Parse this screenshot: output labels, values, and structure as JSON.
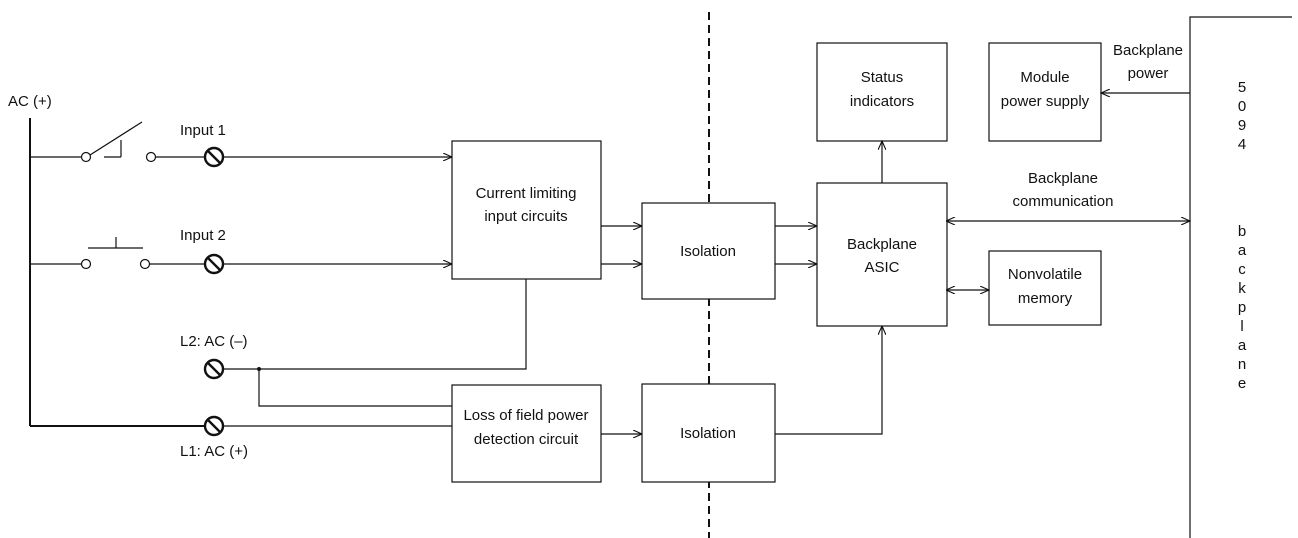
{
  "left_bus": {
    "label": "AC (+)"
  },
  "inputs": [
    {
      "label": "Input 1"
    },
    {
      "label": "Input 2"
    }
  ],
  "terminals": {
    "l2_label": "L2: AC (–)",
    "l1_label": "L1: AC (+)"
  },
  "blocks": {
    "current_limiting": [
      "Current limiting",
      "input circuits"
    ],
    "isolation_top": [
      "Isolation"
    ],
    "isolation_bottom": [
      "Isolation"
    ],
    "loss_of_field": [
      "Loss of field power",
      "detection circuit"
    ],
    "backplane_asic": [
      "Backplane",
      "ASIC"
    ],
    "status_indicators": [
      "Status",
      "indicators"
    ],
    "module_power_supply": [
      "Module",
      "power supply"
    ],
    "nonvolatile_memory": [
      "Nonvolatile",
      "memory"
    ]
  },
  "connections": {
    "backplane_power": [
      "Backplane",
      "power"
    ],
    "backplane_communication": [
      "Backplane",
      "communication"
    ]
  },
  "backplane": {
    "label_top": [
      "5",
      "0",
      "9",
      "4"
    ],
    "label_bottom": [
      "b",
      "a",
      "c",
      "k",
      "p",
      "l",
      "a",
      "n",
      "e"
    ]
  }
}
